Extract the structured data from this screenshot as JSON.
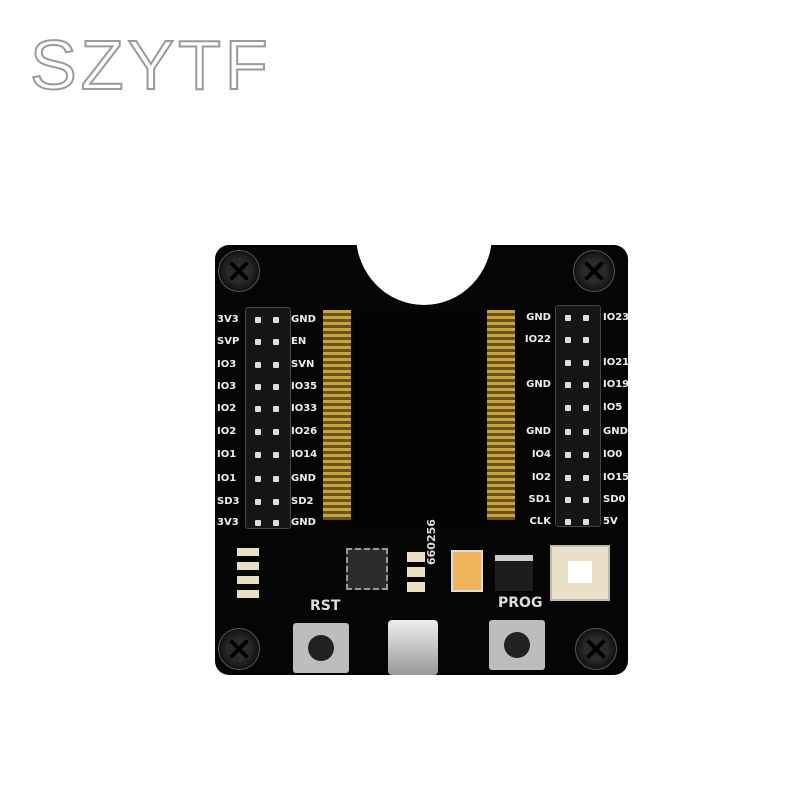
{
  "brand": {
    "logo_text": "SZYTF"
  },
  "board": {
    "chip_marking": "660256",
    "buttons": {
      "reset": "RST",
      "program": "PROG"
    },
    "left_header": {
      "outer_labels": [
        "3V3",
        "SVP",
        "IO3",
        "IO3",
        "IO2",
        "IO2",
        "IO1",
        "IO1",
        "SD3",
        "3V3"
      ],
      "inner_labels": [
        "GND",
        "EN",
        "SVN",
        "IO35",
        "IO33",
        "IO26",
        "IO14",
        "GND",
        "SD2",
        "GND"
      ]
    },
    "right_header": {
      "inner_labels": [
        "GND",
        "IO22",
        "",
        "GND",
        "",
        "GND",
        "IO4",
        "IO2",
        "SD1",
        "CLK"
      ],
      "outer_labels": [
        "IO23",
        "",
        "IO21",
        "IO19",
        "IO5",
        "GND",
        "IO0",
        "IO15",
        "SD0",
        "5V"
      ]
    },
    "colors": {
      "pcb": "#050505",
      "gold": "#c9a33d",
      "capacitor": "#f0b45a"
    }
  }
}
